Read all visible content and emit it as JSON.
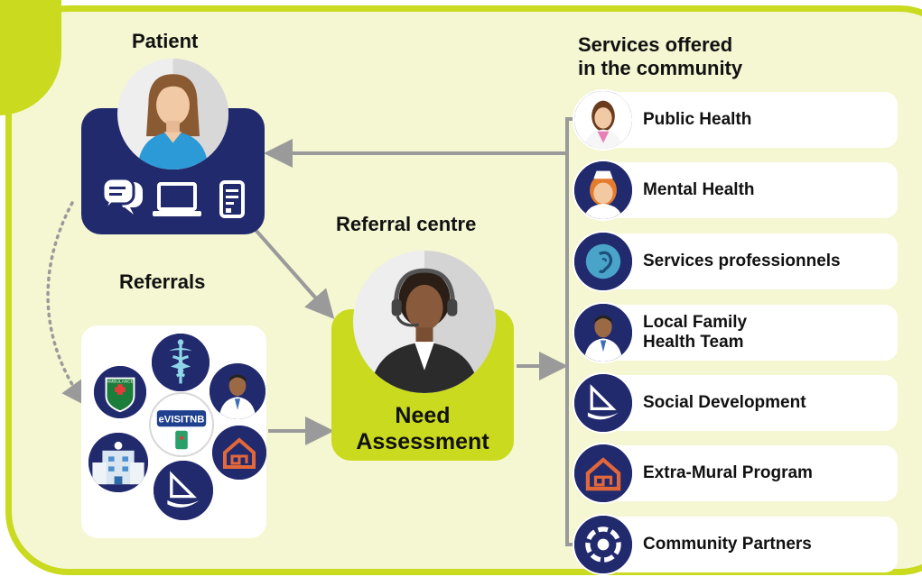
{
  "titles": {
    "patient": "Patient",
    "services": [
      "Services offered",
      "in the community"
    ],
    "referral_centre": "Referral centre",
    "referrals": "Referrals"
  },
  "need_assessment": [
    "Need",
    "Assessment"
  ],
  "services": [
    {
      "label": "Public Health",
      "icon": "nurse-icon"
    },
    {
      "label": "Mental Health",
      "icon": "nurse-cap-icon"
    },
    {
      "label": "Services professionnels",
      "icon": "ear-icon"
    },
    {
      "label": "Local Family Health Team",
      "icon": "doctor-icon"
    },
    {
      "label": "Social Development",
      "icon": "ship-logo-icon"
    },
    {
      "label": "Extra-Mural Program",
      "icon": "house-logo-icon"
    },
    {
      "label": "Community Partners",
      "icon": "joined-hands-icon"
    }
  ],
  "service_label_lines": {
    "local_family_1": "Local Family",
    "local_family_2": "Health Team"
  },
  "referral_sources": [
    "ambulance-icon",
    "caduceus-icon",
    "doctor-icon",
    "hospital-icon",
    "evisit-logo-icon",
    "house-logo-icon",
    "ship-logo-icon"
  ],
  "referral_logo_text": {
    "ambulance": "AMBULANCE",
    "evisit": "eVISITNB"
  },
  "patient_devices": [
    "chat-icon",
    "laptop-icon",
    "phone-icon"
  ],
  "colors": {
    "lime": "#c9da1f",
    "panel": "#f5f6d2",
    "navy": "#222a6e",
    "arrow": "#9a9a9a",
    "orange": "#e2683a"
  }
}
